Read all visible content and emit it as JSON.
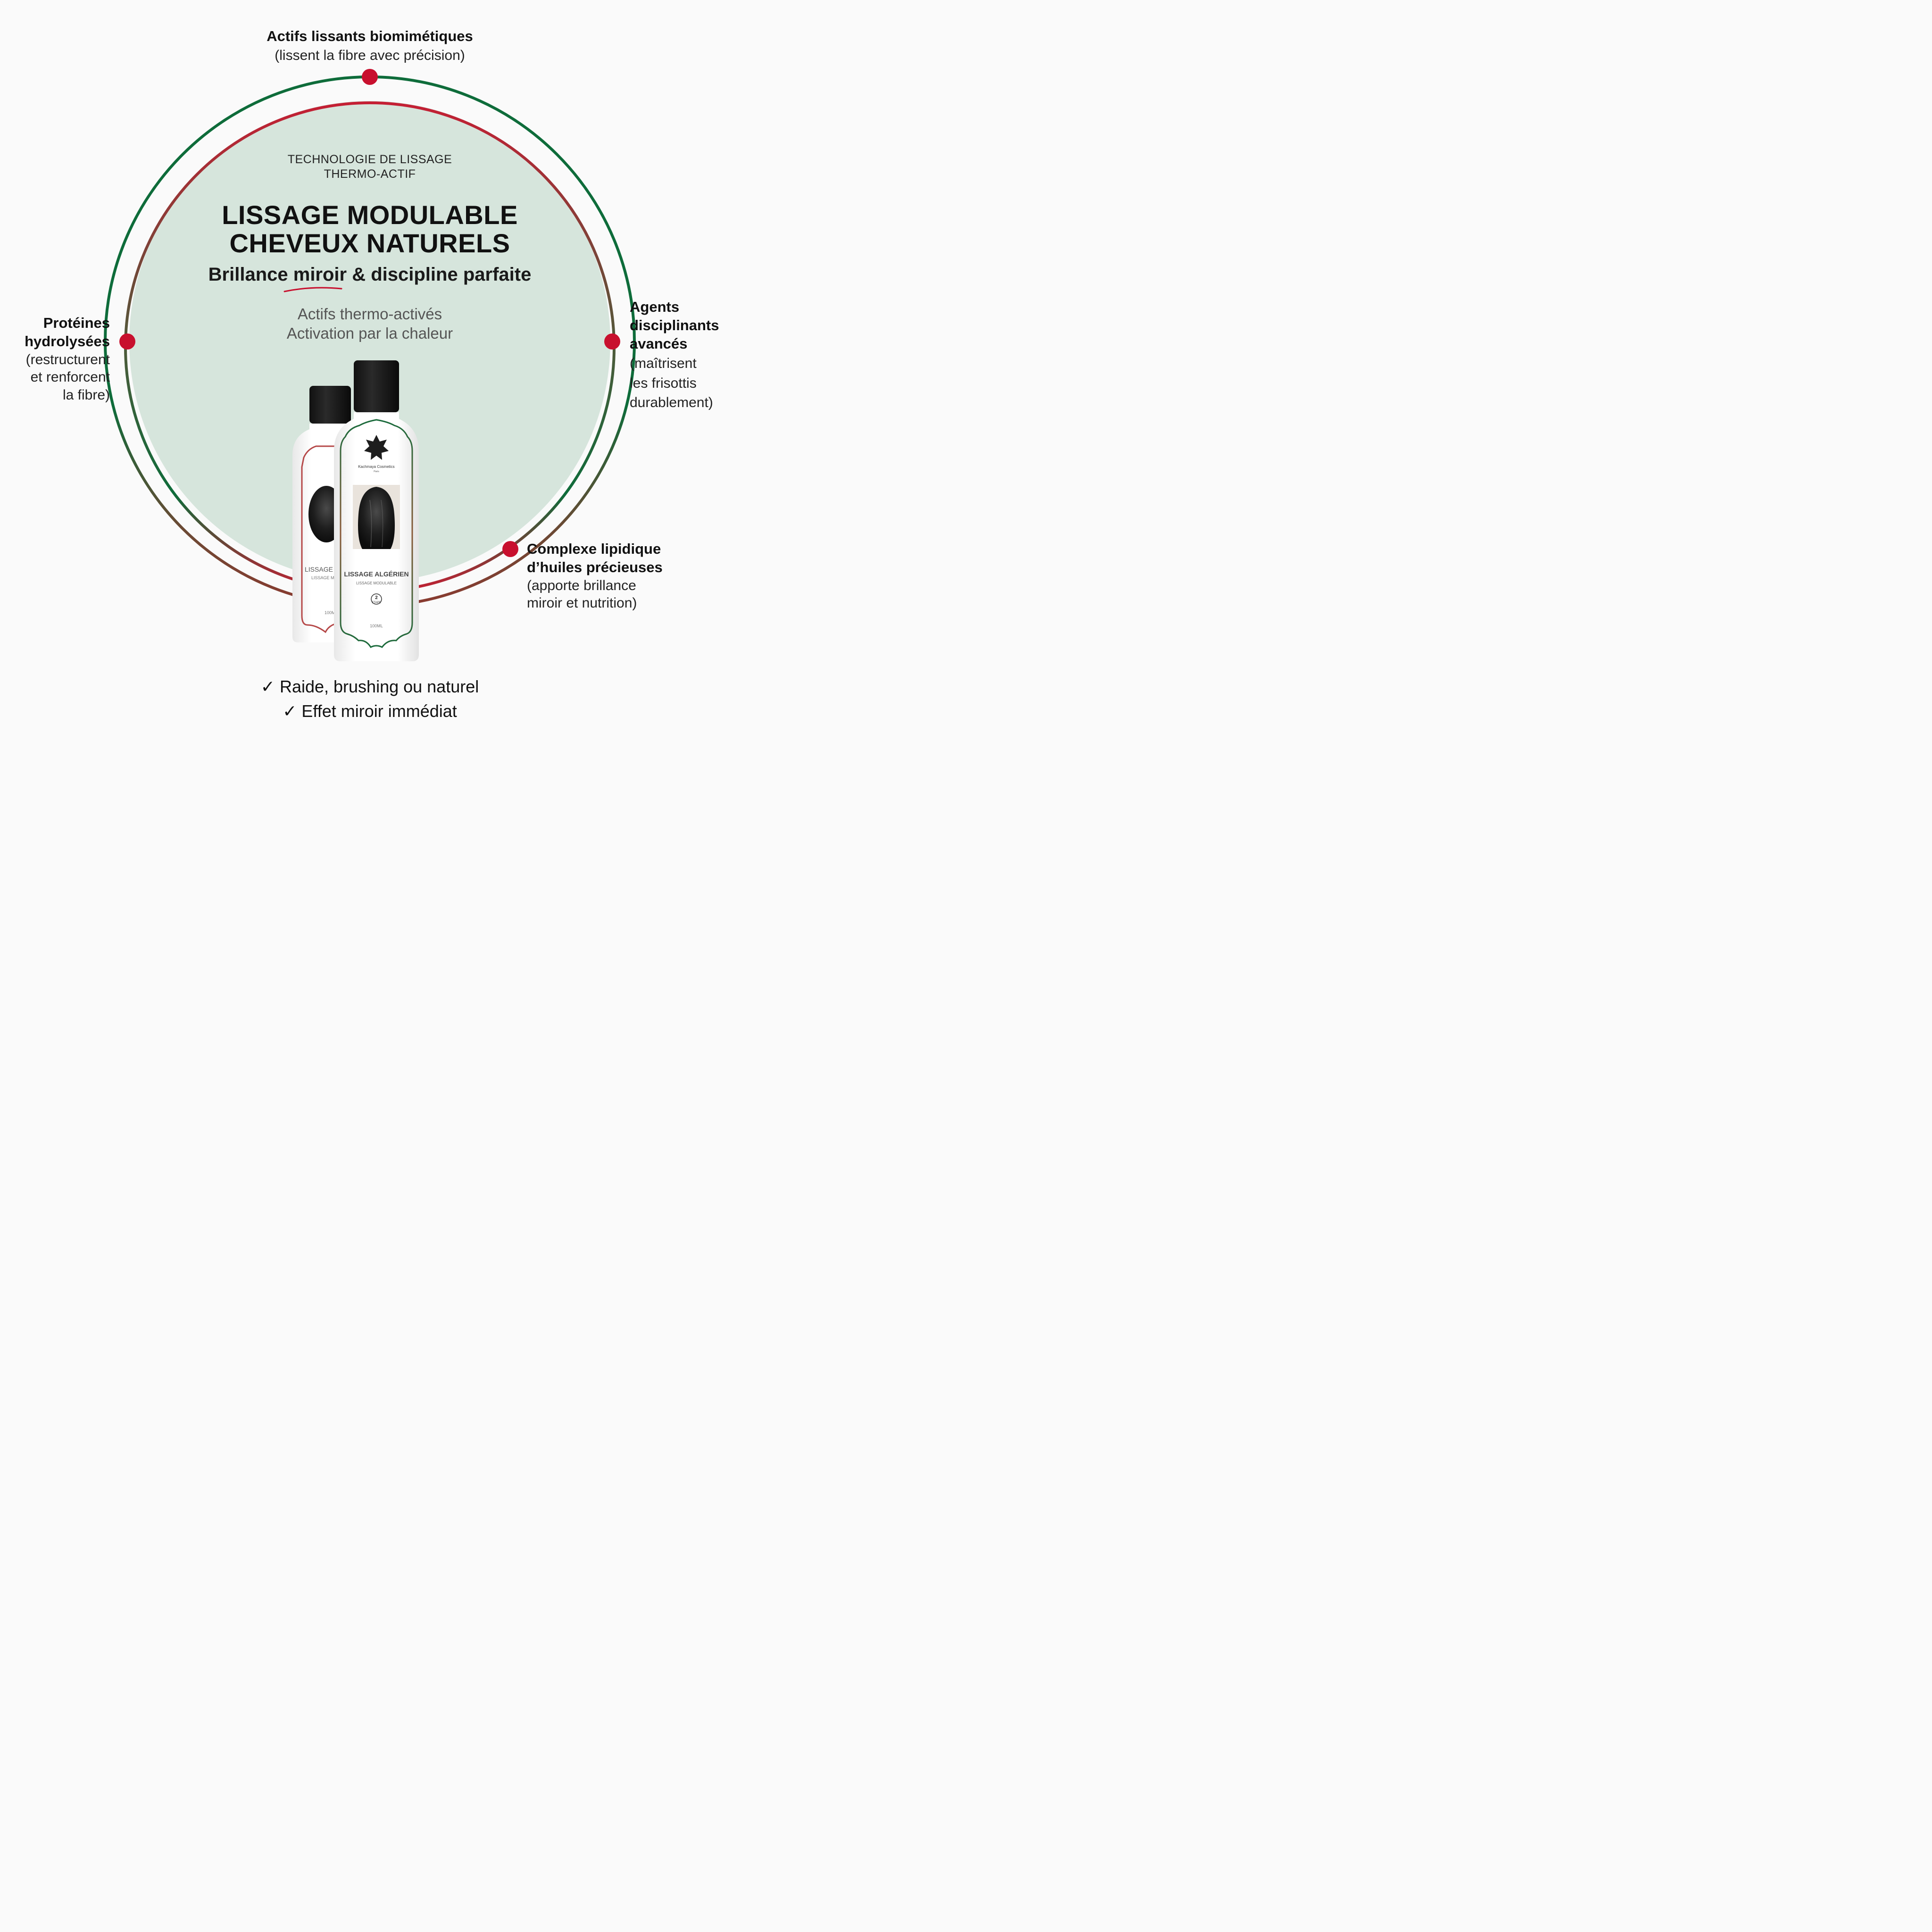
{
  "colors": {
    "green": "#0e6c3a",
    "red": "#c51f34",
    "dot": "#c8102e",
    "circle_fill": "#d6e5dc"
  },
  "features": {
    "top": {
      "title": "Actifs lissants biomimétiques",
      "sub": "(lissent la fibre avec précision)"
    },
    "left": {
      "title_1": "Protéines",
      "title_2": "hydrolysées",
      "sub_1": "(restructurent",
      "sub_2": "et renforcent",
      "sub_3": "la fibre)"
    },
    "right": {
      "title_1": "Agents",
      "title_2": "disciplinants",
      "title_3": "avancés",
      "sub_1": "(maîtrisent",
      "sub_2": "les frisottis",
      "sub_3": "durablement)"
    },
    "bottom_right": {
      "title_1": "Complexe lipidique",
      "title_2": "d’huiles précieuses",
      "sub_1": "(apporte brillance",
      "sub_2": "miroir et nutrition)"
    }
  },
  "center": {
    "tech_1": "TECHNOLOGIE DE LISSAGE",
    "tech_2": "THERMO-ACTIF",
    "headline_1": "LISSAGE MODULABLE",
    "headline_2": "CHEVEUX NATURELS",
    "sub_pre": "Brillance ",
    "sub_highlight": "miroir",
    "sub_post": " & discipline parfaite",
    "activ_1": "Actifs thermo-activés",
    "activ_2": "Activation par la chaleur"
  },
  "product": {
    "brand": "Kachmaya Cosmetics",
    "brand_city": "Paris",
    "name": "LISSAGE ALGÉRIEN",
    "name_partial": "LISSAGE A",
    "subtitle": "LISSAGE MODULABLE",
    "subtitle_partial": "LISSAGE MC",
    "step_number": "2",
    "step_label": "ETAPE",
    "volume": "100ML",
    "volume_partial": "100M"
  },
  "checks": {
    "mark": "✓",
    "item_1": "Raide, brushing ou naturel",
    "item_2": "Effet miroir immédiat"
  }
}
